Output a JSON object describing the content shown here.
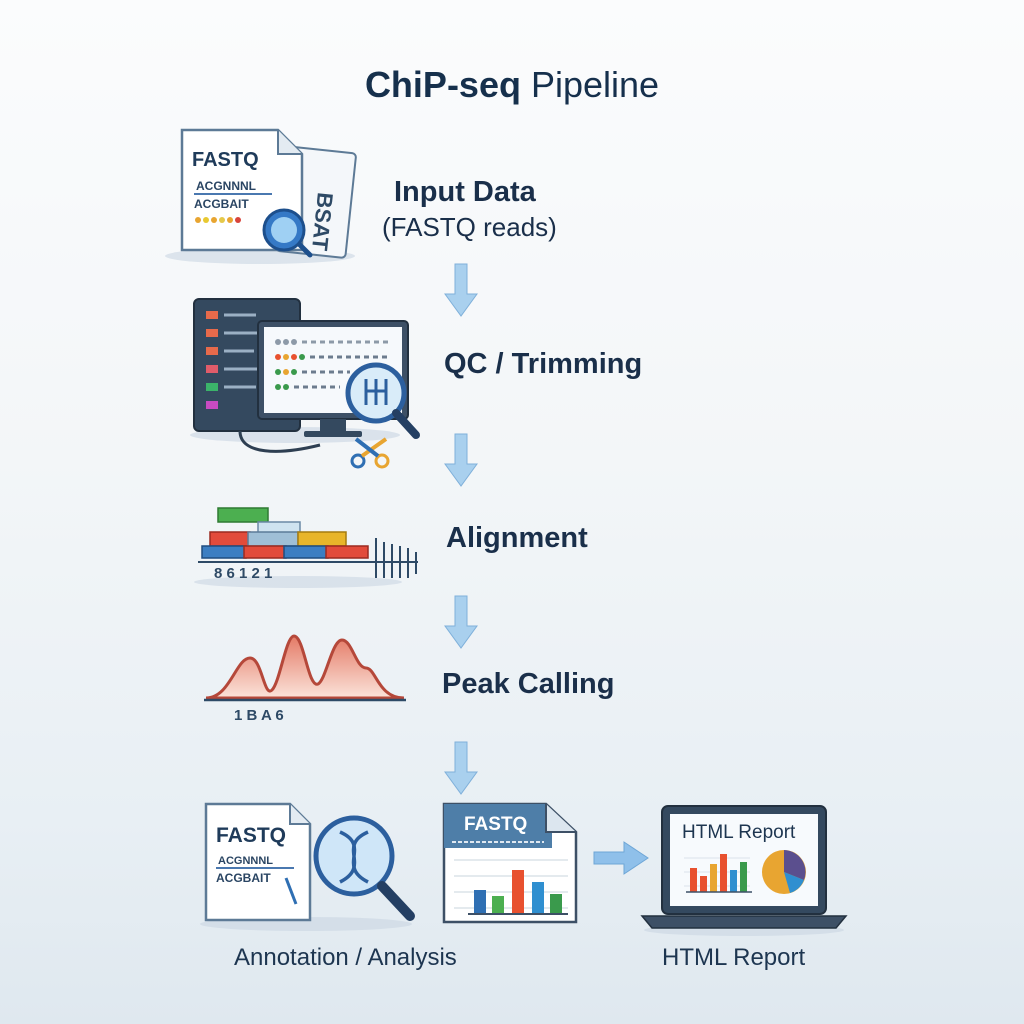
{
  "title": {
    "bold": "ChiP-seq",
    "rest": " Pipeline"
  },
  "steps": [
    {
      "label": "Input Data",
      "sublabel": "(FASTQ reads)",
      "icon": "fastq-files-icon"
    },
    {
      "label": "QC / Trimming",
      "icon": "qc-computer-icon"
    },
    {
      "label": "Alignment",
      "icon": "alignment-bars-icon"
    },
    {
      "label": "Peak Calling",
      "icon": "peaks-chart-icon"
    }
  ],
  "bottom": {
    "annotation_label": "Annotation / Analysis",
    "report_label": "HTML Report"
  },
  "icon_text": {
    "fastq": "FASTQ",
    "seq1": "ACGNNNL",
    "seq2": "ACGBAIT",
    "side_doc": "BSAT",
    "screen_title": "HTML Report",
    "axis_align": "8  6  1  2     1",
    "axis_peak": "1   B  A  6"
  },
  "colors": {
    "arrow": "#8fbfe6",
    "title": "#16304c",
    "accent_blue": "#2f6fb3",
    "peak_fill": "#f3b7a3",
    "peak_stroke": "#b5483a"
  }
}
